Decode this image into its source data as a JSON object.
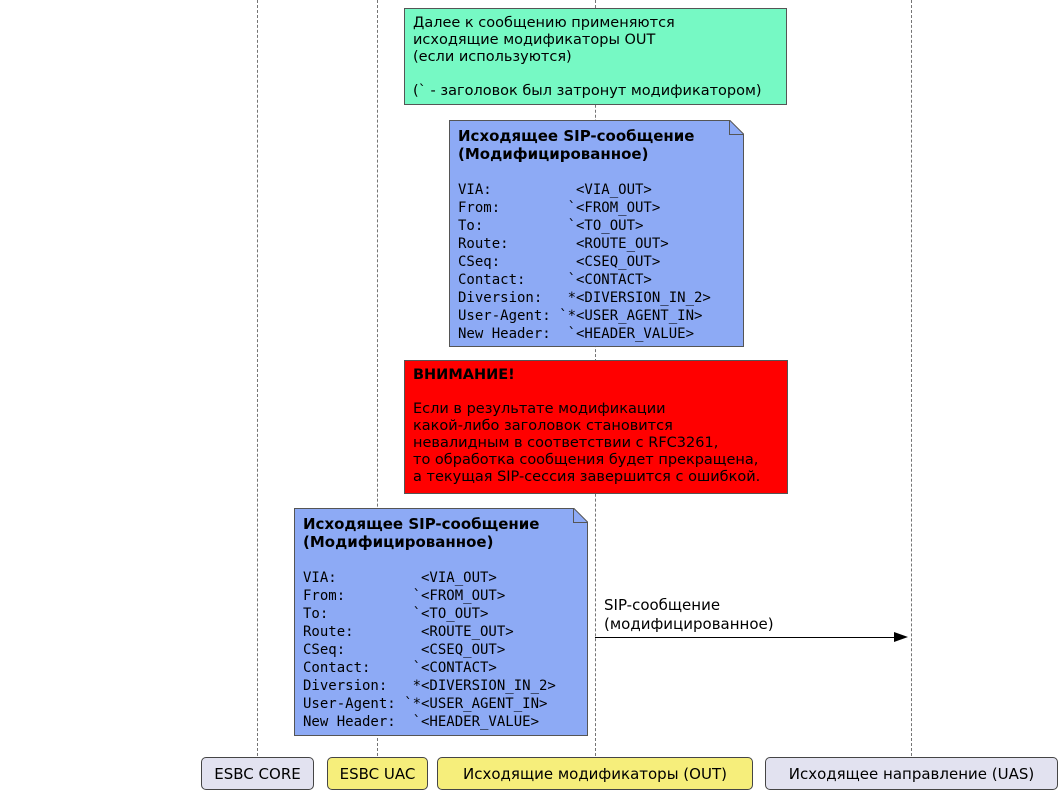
{
  "diagram": {
    "colors": {
      "background": "#FFFFFF",
      "note_green": "#76F9C4",
      "note_blue": "#8DAAF5",
      "note_red": "#FF0000",
      "note_border": "#555555",
      "participant_lavender": "#E2E2F0",
      "participant_yellow": "#F6EE7B",
      "participant_border": "#454545",
      "lifeline_gray": "#757575",
      "arrow_black": "#000000"
    },
    "notes": {
      "green": {
        "lines": [
          "Далее к сообщению применяются",
          "исходящие модификаторы OUT",
          "(если используются)",
          "",
          "(` - заголовок был затронут модификатором)"
        ]
      },
      "sip_message": {
        "title_lines": [
          "Исходящее SIP-сообщение",
          "(Модифицированное)"
        ],
        "body_lines": [
          "",
          "VIA:          <VIA_OUT>",
          "From:        `<FROM_OUT>",
          "To:          `<TO_OUT>",
          "Route:        <ROUTE_OUT>",
          "CSeq:         <CSEQ_OUT>",
          "Contact:     `<CONTACT>",
          "Diversion:   *<DIVERSION_IN_2>",
          "User-Agent: `*<USER_AGENT_IN>",
          "New Header:  `<HEADER_VALUE>"
        ]
      },
      "warning": {
        "lines": [
          "ВНИМАНИЕ!",
          "",
          "Если в результате модификации",
          "какой-либо заголовок становится",
          "невалидным в соответствии с RFC3261,",
          "то обработка сообщения будет прекращена,",
          "а текущая SIP-сессия завершится с ошибкой."
        ]
      }
    },
    "message": {
      "label_lines": [
        "SIP-сообщение",
        "(модифицированное)"
      ]
    },
    "participants": [
      {
        "label": "ESBC CORE"
      },
      {
        "label": "ESBC UAC"
      },
      {
        "label": "Исходящие модификаторы (OUT)"
      },
      {
        "label": "Исходящее направление (UAS)"
      }
    ]
  }
}
